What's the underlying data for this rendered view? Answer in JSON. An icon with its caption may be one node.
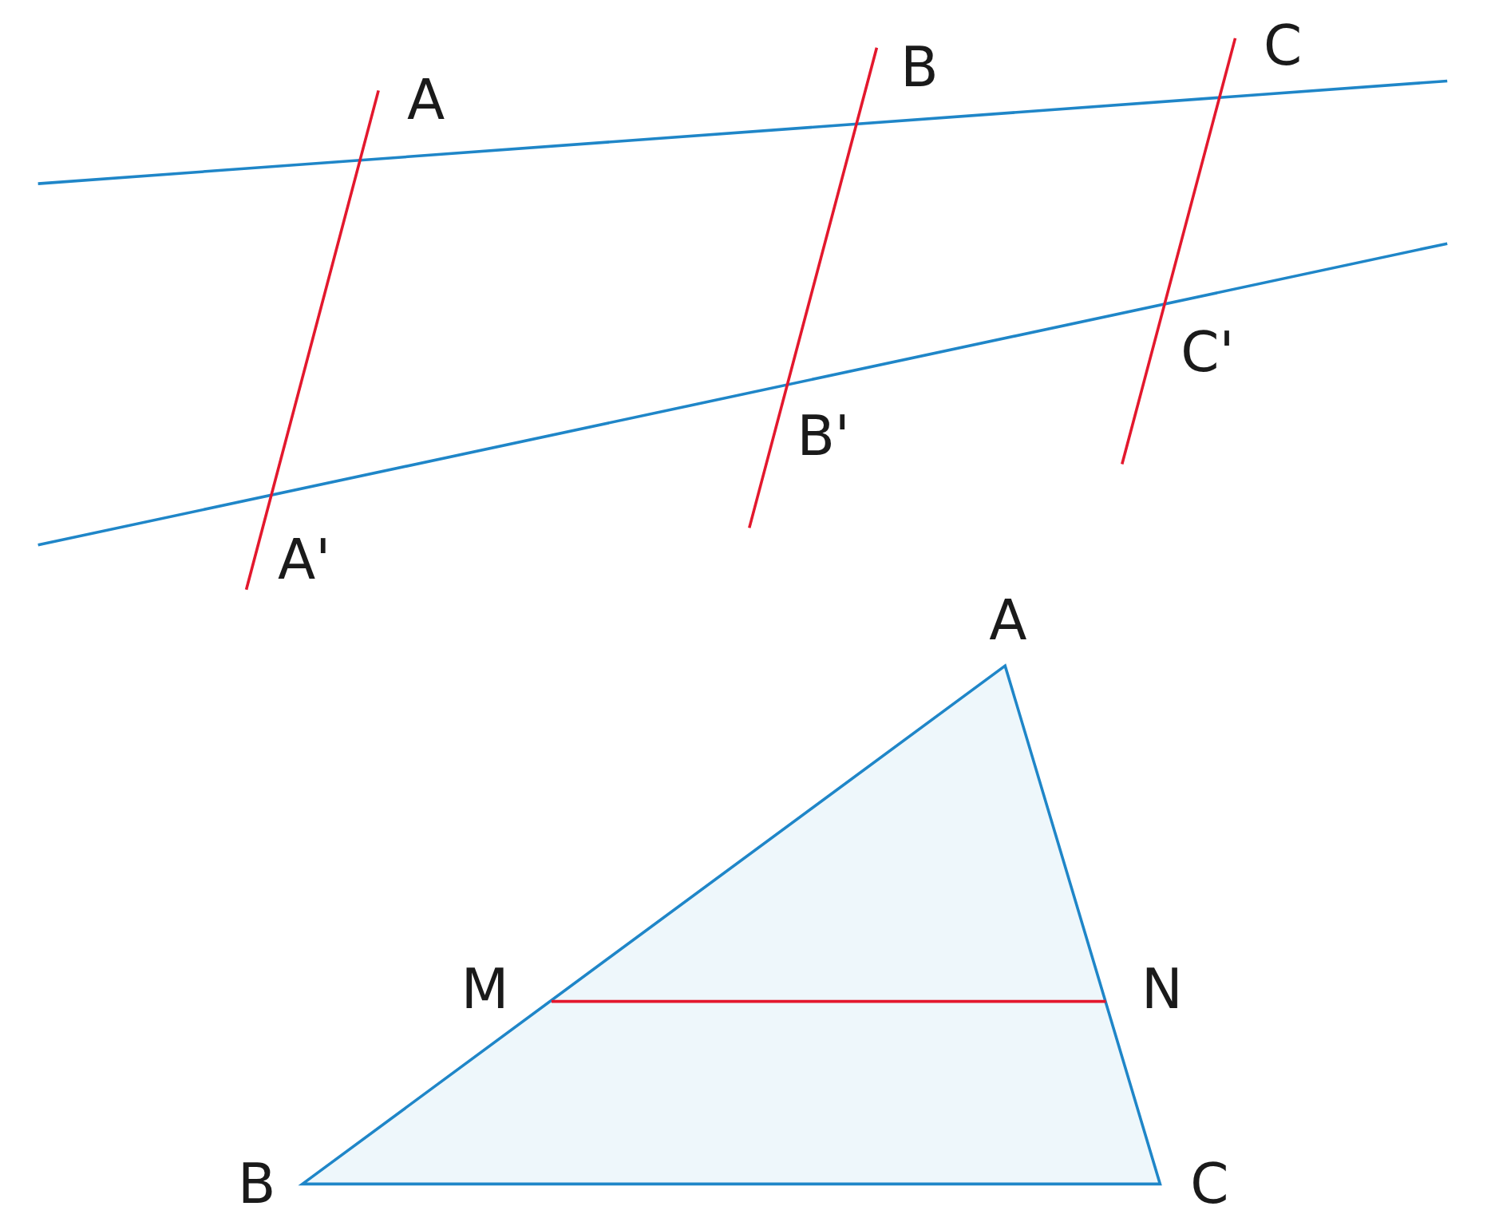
{
  "diagram": {
    "labels": [
      "A",
      "B",
      "C",
      "C'",
      "B'",
      "A'",
      "A",
      "M",
      "N",
      "B",
      "C"
    ]
  }
}
